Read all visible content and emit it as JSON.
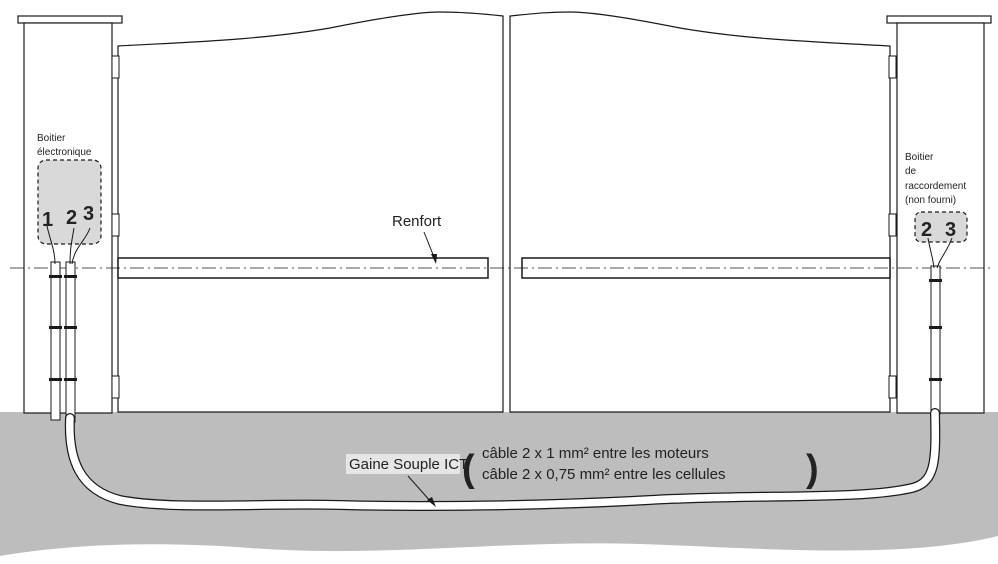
{
  "labels": {
    "boitier_electronique": [
      "Boitier",
      "électronique"
    ],
    "boitier_raccordement": [
      "Boitier",
      "de",
      "raccordement",
      "(non fourni)"
    ],
    "renfort": "Renfort",
    "gaine": "Gaine Souple ICT",
    "cable_moteurs": "câble 2 x 1 mm² entre les moteurs",
    "cable_cellules": "câble 2 x 0,75 mm² entre les cellules",
    "terminals_left": [
      "1",
      "2",
      "3"
    ],
    "terminals_right": [
      "2",
      "3"
    ],
    "paren_open": "(",
    "paren_close": ")"
  },
  "colors": {
    "ground": "#bdbdbd",
    "box_fill": "#d9d9d9",
    "line": "#1a1a1a",
    "label_bg": "#e6e6e6"
  }
}
